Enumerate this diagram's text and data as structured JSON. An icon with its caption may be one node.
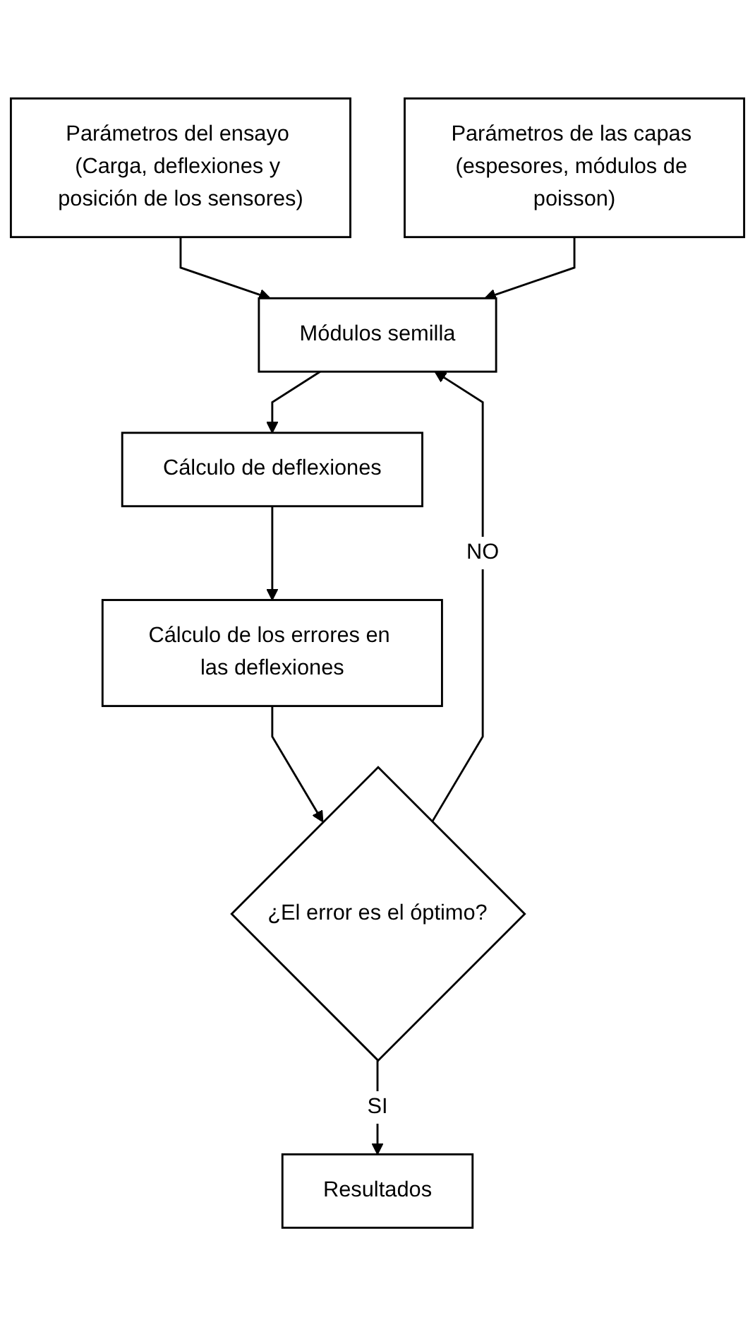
{
  "diagram": {
    "nodes": [
      {
        "text": [
          "Parámetros del ensayo (Carga, deflexiones y posición de los sensores)"
        ]
      },
      {
        "text": [
          "Parámetros de las capas (espesores, módulos de poisson)"
        ]
      },
      {
        "text": [
          "Módulos semilla"
        ]
      },
      {
        "text": [
          "Cálculo de deflexiones"
        ]
      },
      {
        "text": [
          "Cálculo de los errores en las deflexiones"
        ]
      },
      {
        "text": [
          "¿El error es el óptimo?"
        ]
      },
      {
        "text": [
          "Resultados"
        ]
      }
    ],
    "edges": [
      {
        "from": 0,
        "to": 2,
        "arrow": "to"
      },
      {
        "from": 1,
        "to": 2,
        "arrow": "to"
      },
      {
        "from": 2,
        "to": 3,
        "arrow": "to"
      },
      {
        "from": 3,
        "to": 4,
        "arrow": "to"
      },
      {
        "from": 4,
        "to": 5,
        "arrow": "to"
      },
      {
        "from": 5,
        "to": 2,
        "arrow": "to",
        "label": "NO"
      },
      {
        "from": 5,
        "to": 6,
        "arrow": "to",
        "label": "SI"
      }
    ]
  }
}
